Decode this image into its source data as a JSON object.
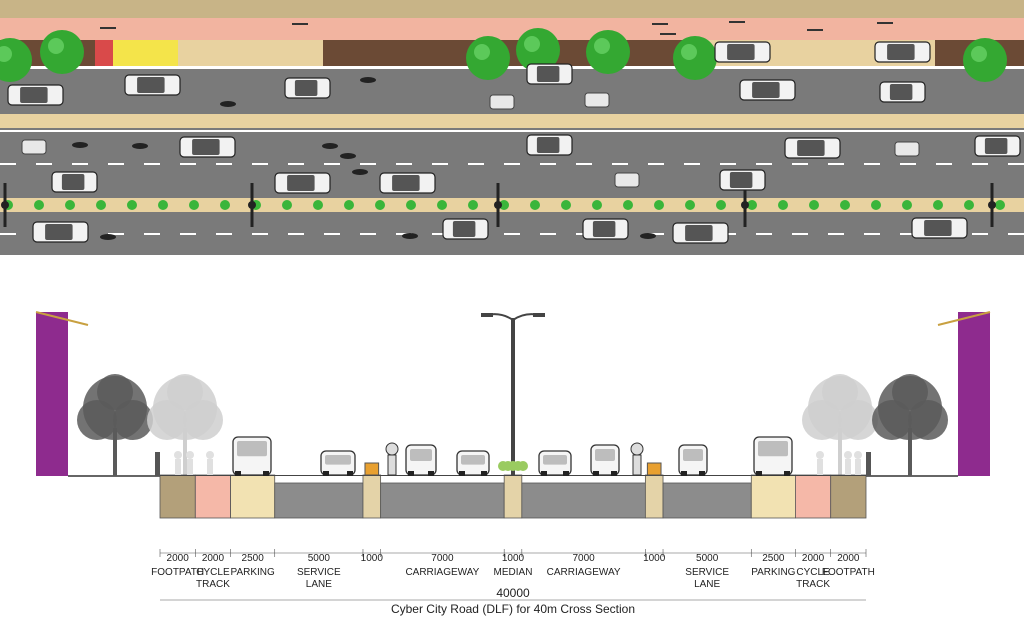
{
  "caption": "Cyber City Road (DLF) for 40m Cross Section",
  "total_width": "40000",
  "segments": [
    {
      "name": "footpath-left",
      "dim": "2000",
      "label": [
        "FOOTPATH"
      ],
      "color": "#b3a07a"
    },
    {
      "name": "cycle-track-left",
      "dim": "2000",
      "label": [
        "CYCLE",
        "TRACK"
      ],
      "color": "#f5b8a8"
    },
    {
      "name": "parking-left",
      "dim": "2500",
      "label": [
        "PARKING"
      ],
      "color": "#f2e2b2"
    },
    {
      "name": "service-lane-left",
      "dim": "5000",
      "label": [
        "SERVICE",
        "LANE"
      ],
      "color": "#8b8b8b"
    },
    {
      "name": "separator-left",
      "dim": "1000",
      "label": [],
      "color": "#e4d3a8"
    },
    {
      "name": "carriageway-left",
      "dim": "7000",
      "label": [
        "CARRIAGEWAY"
      ],
      "color": "#8b8b8b"
    },
    {
      "name": "median",
      "dim": "1000",
      "label": [
        "MEDIAN"
      ],
      "color": "#e4d3a8"
    },
    {
      "name": "carriageway-right",
      "dim": "7000",
      "label": [
        "CARRIAGEWAY"
      ],
      "color": "#8b8b8b"
    },
    {
      "name": "separator-right",
      "dim": "1000",
      "label": [],
      "color": "#e4d3a8"
    },
    {
      "name": "service-lane-right",
      "dim": "5000",
      "label": [
        "SERVICE",
        "LANE"
      ],
      "color": "#8b8b8b"
    },
    {
      "name": "parking-right",
      "dim": "2500",
      "label": [
        "PARKING"
      ],
      "color": "#f2e2b2"
    },
    {
      "name": "cycle-track-right",
      "dim": "2000",
      "label": [
        "CYCLE",
        "TRACK"
      ],
      "color": "#f5b8a8"
    },
    {
      "name": "footpath-right",
      "dim": "2000",
      "label": [
        "FOOTPATH"
      ],
      "color": "#b3a07a"
    }
  ],
  "colors": {
    "asphalt": "#8c8c8c",
    "plan_asphalt": "#7a7a7a",
    "building": "#8e2b8e",
    "tree": "#2e9e2e",
    "plan_pink": "#f2b4a0",
    "plan_brown": "#6b4a35",
    "plan_sand": "#e8d2a0",
    "parking_yellow": "#f4e44a"
  }
}
